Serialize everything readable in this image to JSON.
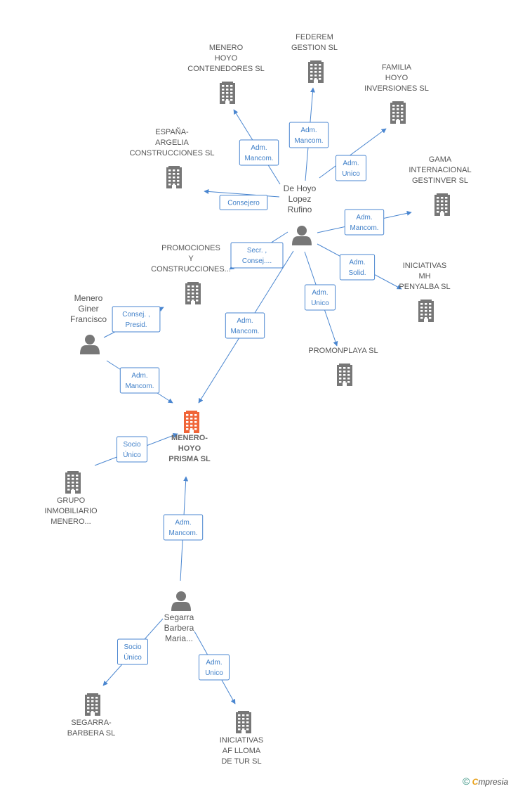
{
  "accent": "#4a86d0",
  "company_color": "#777777",
  "main_color": "#f06538",
  "nodes": [
    {
      "id": "main",
      "type": "company",
      "main": true,
      "lines": [
        "MENERO-",
        "HOYO",
        "PRISMA SL"
      ]
    },
    {
      "id": "dehoyo",
      "type": "person",
      "lines": [
        "De Hoyo",
        "Lopez",
        "Rufino"
      ]
    },
    {
      "id": "menero_giner",
      "type": "person",
      "lines": [
        "Menero",
        "Giner",
        "Francisco"
      ]
    },
    {
      "id": "segarra",
      "type": "person",
      "lines": [
        "Segarra",
        "Barbera",
        "Maria..."
      ]
    },
    {
      "id": "contenedores",
      "type": "company",
      "lines": [
        "MENERO",
        "HOYO",
        "CONTENEDORES SL"
      ]
    },
    {
      "id": "federem",
      "type": "company",
      "lines": [
        "FEDEREM",
        "GESTION SL"
      ]
    },
    {
      "id": "familia",
      "type": "company",
      "lines": [
        "FAMILIA",
        "HOYO",
        "INVERSIONES SL"
      ]
    },
    {
      "id": "espana",
      "type": "company",
      "lines": [
        "ESPAÑA-",
        "ARGELIA",
        "CONSTRUCCIONES SL"
      ]
    },
    {
      "id": "gama",
      "type": "company",
      "lines": [
        "GAMA",
        "INTERNACIONAL",
        "GESTINVER SL"
      ]
    },
    {
      "id": "promociones",
      "type": "company",
      "lines": [
        "PROMOCIONES",
        "Y",
        "CONSTRUCCIONES..."
      ]
    },
    {
      "id": "iniciativas_mh",
      "type": "company",
      "lines": [
        "INICIATIVAS",
        "MH",
        "PENYALBA SL"
      ]
    },
    {
      "id": "promonplaya",
      "type": "company",
      "lines": [
        "PROMONPLAYA SL"
      ]
    },
    {
      "id": "grupo",
      "type": "company",
      "lines": [
        "GRUPO",
        "INMOBILIARIO",
        "MENERO..."
      ]
    },
    {
      "id": "segarra_barbera",
      "type": "company",
      "lines": [
        "SEGARRA-",
        "BARBERA SL"
      ]
    },
    {
      "id": "iniciativas_af",
      "type": "company",
      "lines": [
        "INICIATIVAS",
        "AF LLOMA",
        "DE TUR SL"
      ]
    }
  ],
  "edges": [
    {
      "from": "dehoyo",
      "to": "contenedores",
      "label": [
        "Adm.",
        "Mancom."
      ]
    },
    {
      "from": "dehoyo",
      "to": "federem",
      "label": [
        "Adm.",
        "Mancom."
      ]
    },
    {
      "from": "dehoyo",
      "to": "familia",
      "label": [
        "Adm.",
        "Unico"
      ]
    },
    {
      "from": "dehoyo",
      "to": "espana",
      "label": [
        "Consejero"
      ]
    },
    {
      "from": "dehoyo",
      "to": "gama",
      "label": [
        "Adm.",
        "Mancom."
      ]
    },
    {
      "from": "dehoyo",
      "to": "promociones",
      "label": [
        "Secr. ,",
        "Consej...."
      ]
    },
    {
      "from": "dehoyo",
      "to": "iniciativas_mh",
      "label": [
        "Adm.",
        "Solid."
      ]
    },
    {
      "from": "dehoyo",
      "to": "promonplaya",
      "label": [
        "Adm.",
        "Unico"
      ]
    },
    {
      "from": "dehoyo",
      "to": "main",
      "label": [
        "Adm.",
        "Mancom."
      ]
    },
    {
      "from": "menero_giner",
      "to": "promociones",
      "label": [
        "Consej. ,",
        "Presid."
      ]
    },
    {
      "from": "menero_giner",
      "to": "main",
      "label": [
        "Adm.",
        "Mancom."
      ]
    },
    {
      "from": "grupo",
      "to": "main",
      "label": [
        "Socio",
        "Único"
      ]
    },
    {
      "from": "segarra",
      "to": "main",
      "label": [
        "Adm.",
        "Mancom."
      ]
    },
    {
      "from": "segarra",
      "to": "segarra_barbera",
      "label": [
        "Socio",
        "Único"
      ]
    },
    {
      "from": "segarra",
      "to": "iniciativas_af",
      "label": [
        "Adm.",
        "Unico"
      ]
    }
  ],
  "brand": {
    "copyright": "©",
    "first_letter": "C",
    "rest": "mpresia"
  }
}
